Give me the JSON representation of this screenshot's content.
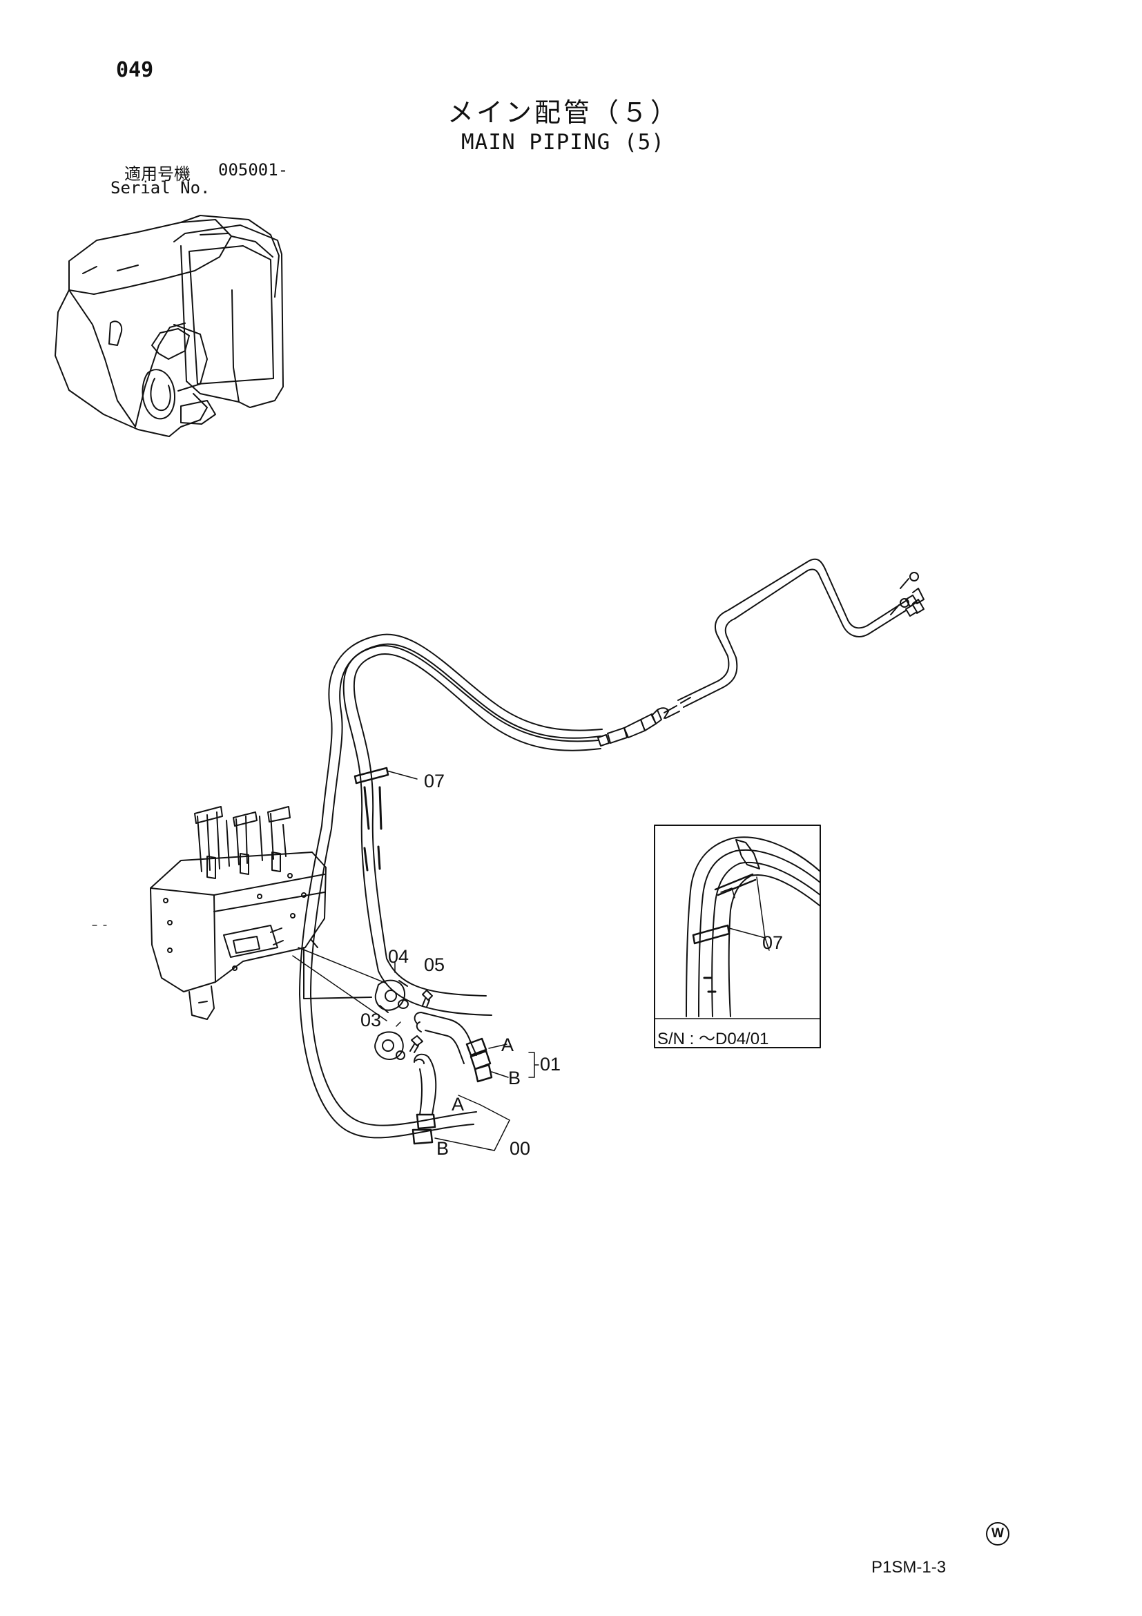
{
  "header": {
    "page_number": "049",
    "title_ja": "メイン配管（５）",
    "title_en": "MAIN PIPING (5)"
  },
  "serial": {
    "label_ja": "適用号機",
    "label_en": "Serial No.",
    "value": "005001-"
  },
  "callouts": {
    "c07": "07",
    "c04": "04",
    "c05": "05",
    "c03": "03",
    "c01": "01",
    "c00": "00",
    "a1": "A",
    "b1": "B",
    "a2": "A",
    "b2": "B"
  },
  "inset": {
    "callout": "07",
    "sn_text": "S/N :  ～D04/01"
  },
  "footer": {
    "mark": "W",
    "page_code": "P1SM-1-3"
  }
}
